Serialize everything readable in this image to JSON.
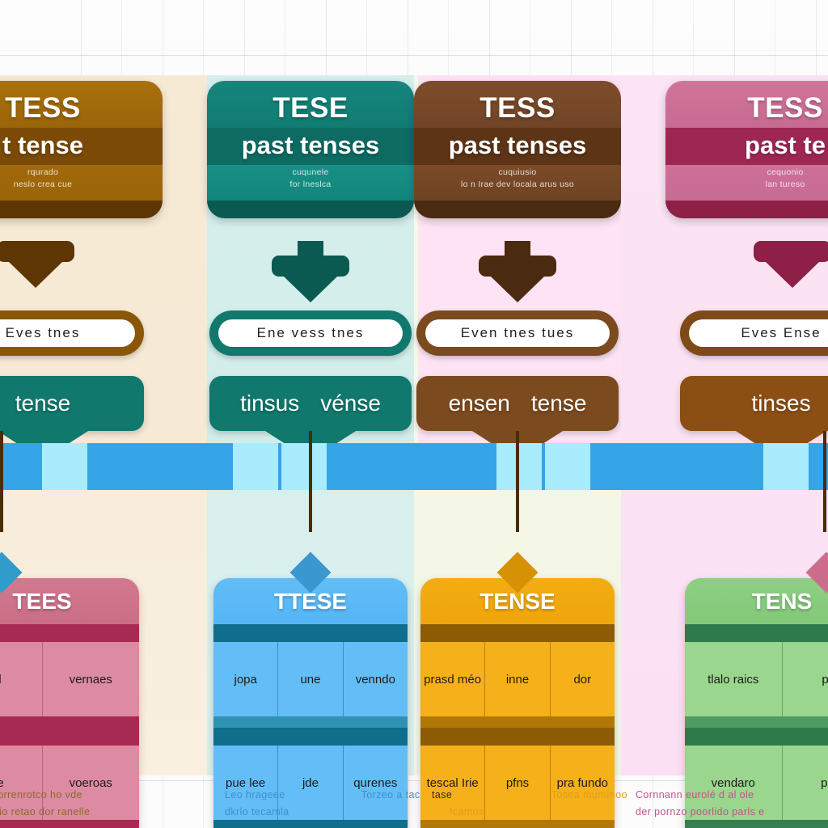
{
  "background": {
    "style": "white-subway-tile",
    "tile_color": "#fbfbfb",
    "grout_color": "#c3c8cb"
  },
  "timeline": {
    "bar_color": "#35a5e8",
    "notch_color": "#a8ecfd",
    "notch_count": 8
  },
  "columns": [
    {
      "id": "column-1",
      "bg_top": "#f7ead4",
      "bg_bottom": "#f7ecd9",
      "header": {
        "title": "TESS",
        "subtitle": "t tense",
        "note_line1": "rqurado",
        "note_line2": "neslo crea cue",
        "theme": "brownA",
        "accent": "#a9700c"
      },
      "pill": {
        "text": "Eves  tnes",
        "ring_color": "#8a5707"
      },
      "tag": {
        "words": [
          "tense"
        ],
        "color": "#10786d"
      },
      "diamond_color": "#2f9ccb",
      "bottom_card": {
        "title": "TEES",
        "theme": "pinkC",
        "accent": "#c96e86",
        "row1": [
          "bol",
          "vernaes"
        ],
        "row2": [
          "Iere",
          "voeroas"
        ]
      },
      "caption_lines": [
        "der prrenrotco ho vde",
        "gostio retao dor ranelle"
      ],
      "caption_color": "#8a6a2b"
    },
    {
      "id": "column-2",
      "bg_top": "#d6efed",
      "bg_bottom": "#d7efee",
      "header": {
        "title": "TESE",
        "subtitle": "past tenses",
        "note_line1": "cuqunele",
        "note_line2": "for lneslca",
        "theme": "teal",
        "accent": "#18857c"
      },
      "pill": {
        "text": "Ene  vess  tnes",
        "ring_color": "#10786d"
      },
      "tag": {
        "words": [
          "tinsus",
          "vénse"
        ],
        "color": "#10786d"
      },
      "diamond_color": "#3b97cf",
      "bottom_card": {
        "title": "TTESE",
        "theme": "blue",
        "accent": "#55b6f5",
        "row1": [
          "jopa",
          "une",
          "venndo"
        ],
        "row2": [
          "pue lee",
          "jde",
          "qurenes"
        ]
      },
      "caption_lines": [
        "Leo hrageee",
        "dkrlo tecamla"
      ],
      "caption_lines_right": [
        "Torzeo a tacinos"
      ],
      "caption_color": "#3f90cf"
    },
    {
      "id": "column-3",
      "bg_top": "#fde3f3",
      "bg_bottom": "#f4f7e6",
      "header": {
        "title": "TESS",
        "subtitle": "past tenses",
        "note_line1": "cuquiusio",
        "note_line2": "lo n Irae dev locala arus uso",
        "theme": "brownB",
        "accent": "#7d4c2a"
      },
      "pill": {
        "text": "Even  tnes  tues",
        "ring_color": "#7b4a1e"
      },
      "tag": {
        "words": [
          "ensen",
          "tense"
        ],
        "color": "#7b4a1e"
      },
      "diamond_color": "#d69105",
      "bottom_card": {
        "title": "TENSE",
        "theme": "orange",
        "accent": "#efa50c",
        "row1": [
          "prasd méo",
          "inne",
          "dor"
        ],
        "row2": [
          "tescal Irie",
          "pfns",
          "pra fundo"
        ]
      },
      "caption_lines": [
        "tase",
        "fcamos"
      ],
      "caption_lines_right": [
        "Tosea mumínoo"
      ],
      "caption_color": "#e0a014"
    },
    {
      "id": "column-4",
      "bg_top": "#fbe4f4",
      "bg_bottom": "#fbe2f4",
      "header": {
        "title": "TESS",
        "subtitle": "past te",
        "note_line1": "cequonio",
        "note_line2": "lan tureso",
        "theme": "pink",
        "accent": "#d0749a"
      },
      "pill": {
        "text": "Eves   Ense",
        "ring_color": "#7e4a18"
      },
      "tag": {
        "words": [
          "tinses"
        ],
        "color": "#8b4f14"
      },
      "diamond_color": "#cd6d8d",
      "bottom_card": {
        "title": "TENS",
        "theme": "green",
        "accent": "#83c879",
        "row1": [
          "tlalo raics",
          "pre"
        ],
        "row2": [
          "vendaro",
          "pés"
        ]
      },
      "caption_lines": [
        "Cornnann eurolé d al ole",
        "der pornzo poorlido parls e"
      ],
      "caption_color": "#c4508f"
    }
  ]
}
